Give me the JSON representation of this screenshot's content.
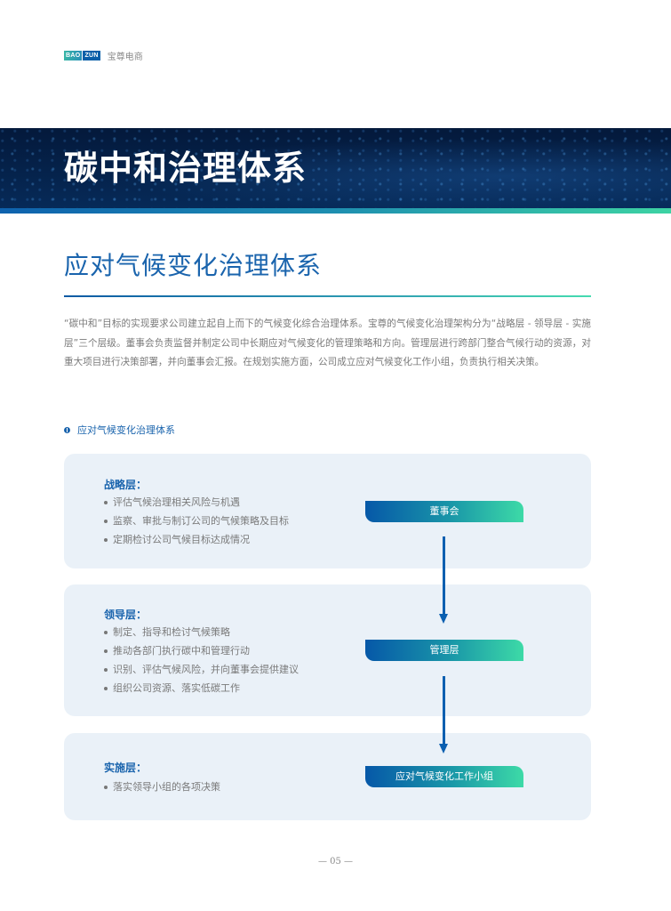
{
  "header": {
    "logo_part1": "BAO",
    "logo_part2": "ZUN",
    "brand_name": "宝尊电商"
  },
  "banner": {
    "title": "碳中和治理体系"
  },
  "section": {
    "title": "应对气候变化治理体系",
    "intro": "“碳中和”目标的实现要求公司建立起自上而下的气候变化综合治理体系。宝尊的气候变化治理架构分为“战略层 - 领导层 - 实施层”三个层级。董事会负责监督并制定公司中长期应对气候变化的管理策略和方向。管理层进行跨部门整合气候行动的资源，对重大项目进行决策部署，并向董事会汇报。在规划实施方面，公司成立应对气候变化工作小组，负责执行相关决策。"
  },
  "diagram": {
    "heading": "应对气候变化治理体系",
    "layers": [
      {
        "title": "战略层：",
        "items": [
          "评估气候治理相关风险与机遇",
          "监察、审批与制订公司的气候策略及目标",
          "定期检讨公司气候目标达成情况"
        ],
        "body": "董事会"
      },
      {
        "title": "领导层：",
        "items": [
          "制定、指导和检讨气候策略",
          "推动各部门执行碳中和管理行动",
          "识别、评估气候风险，并向董事会提供建议",
          "组织公司资源、落实低碳工作"
        ],
        "body": "管理层"
      },
      {
        "title": "实施层：",
        "items": [
          "落实领导小组的各项决策"
        ],
        "body": "应对气候变化工作小组"
      }
    ]
  },
  "footer": {
    "page_number": "— 05 —"
  },
  "colors": {
    "accent_blue": "#1a64ad",
    "banner_navy": "#04193b",
    "gradient_start": "#0658a8",
    "gradient_end": "#3ddaa7",
    "panel_bg": "#eaf1f8"
  }
}
